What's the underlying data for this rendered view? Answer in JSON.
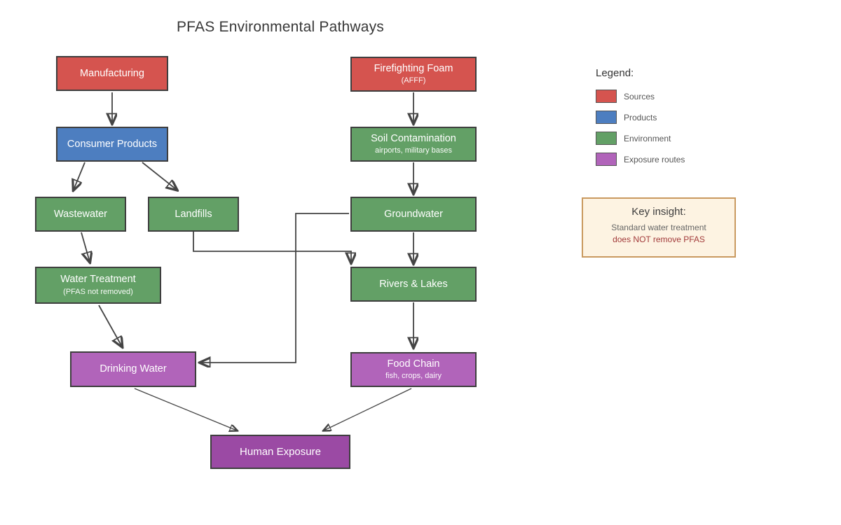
{
  "title": "PFAS Environmental Pathways",
  "palette": {
    "sources": "#d5544f",
    "products": "#4d7ec0",
    "environment": "#63a066",
    "exposure_routes": "#b164ba",
    "human_exposure": "#9b4aa4",
    "edge": "#444444",
    "node_border": "#3e3e3e",
    "insight_background": "#fdf3e2",
    "insight_border": "#c9995f",
    "insight_warning_text": "#a23b3b"
  },
  "nodes": {
    "manufacturing": {
      "label": "Manufacturing"
    },
    "consumer_products": {
      "label": "Consumer Products"
    },
    "firefighting_foam": {
      "label": "Firefighting Foam",
      "sub": "(AFFF)"
    },
    "soil_contamination": {
      "label": "Soil Contamination",
      "sub": "airports, military bases"
    },
    "wastewater": {
      "label": "Wastewater"
    },
    "landfills": {
      "label": "Landfills"
    },
    "groundwater": {
      "label": "Groundwater"
    },
    "water_treatment": {
      "label": "Water Treatment",
      "sub": "(PFAS not removed)"
    },
    "rivers_lakes": {
      "label": "Rivers & Lakes"
    },
    "drinking_water": {
      "label": "Drinking Water"
    },
    "food_chain": {
      "label": "Food Chain",
      "sub": "fish, crops, dairy"
    },
    "human_exposure": {
      "label": "Human Exposure"
    }
  },
  "legend": {
    "title": "Legend:",
    "items": [
      {
        "label": "Sources",
        "color": "#d5544f"
      },
      {
        "label": "Products",
        "color": "#4d7ec0"
      },
      {
        "label": "Environment",
        "color": "#63a066"
      },
      {
        "label": "Exposure routes",
        "color": "#b164ba"
      }
    ]
  },
  "insight": {
    "title": "Key insight:",
    "line1": "Standard water treatment",
    "line2": "does NOT remove PFAS"
  }
}
